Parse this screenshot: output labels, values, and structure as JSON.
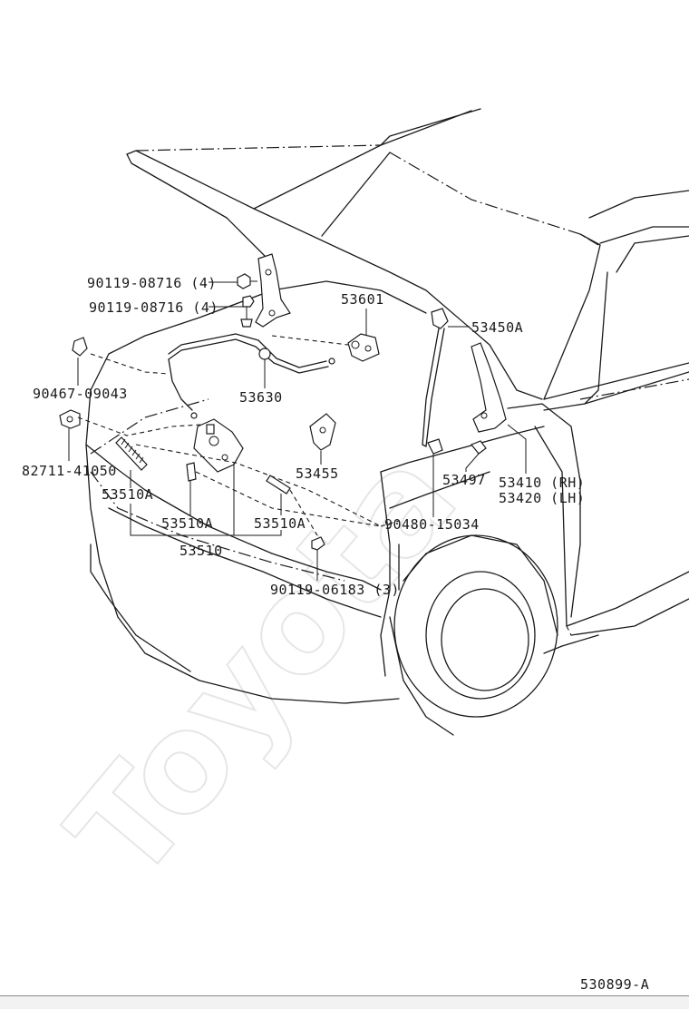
{
  "diagram": {
    "watermark": "Toyota",
    "figure_code": "530899-A",
    "labels": {
      "bolt_upper": "90119-08716 (4)",
      "bolt_lower": "90119-08716 (4)",
      "hood_lock_release": "53601",
      "support_rod": "53450A",
      "clip": "90467-09043",
      "cable": "53630",
      "horn": "82711-41050",
      "lock_bracket": "53455",
      "cushion": "53497",
      "hinge_rh": "53410 (RH)",
      "hinge_lh": "53420 (LH)",
      "spring_left": "53510A",
      "spring_mid": "53510A",
      "spring_right": "53510A",
      "grommet": "90480-15034",
      "hood_lock": "53510",
      "bolt_bottom": "90119-06183 (3)"
    }
  }
}
